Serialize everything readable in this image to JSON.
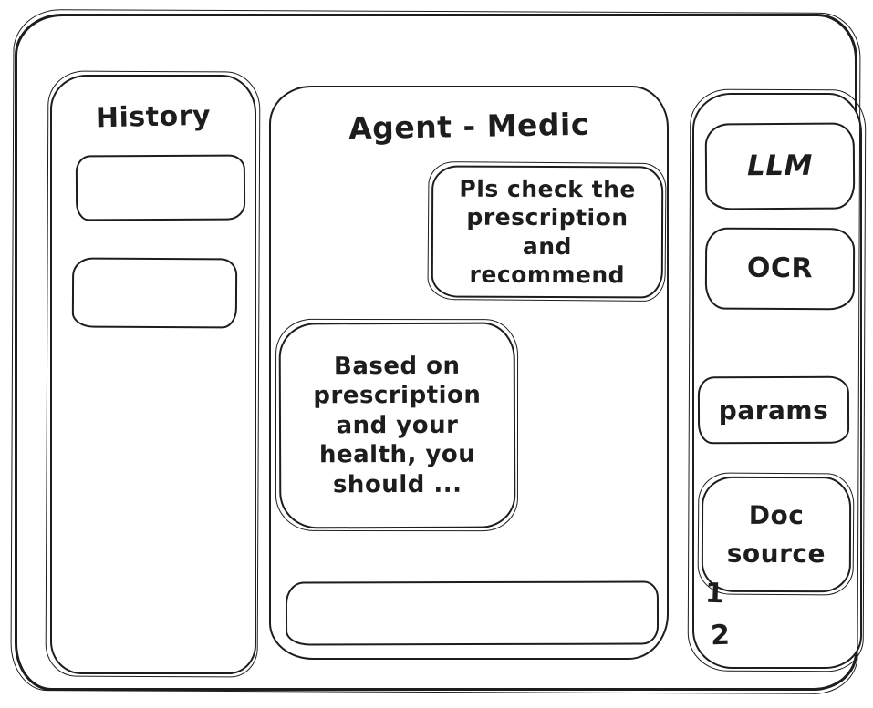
{
  "app": {
    "type": "hand-drawn wireframe",
    "title": "Agent - Medic"
  },
  "colors": {
    "ink": "#1d1d1d",
    "background": "#ffffff"
  },
  "history_panel": {
    "title": "History",
    "items": [
      {
        "label": ""
      },
      {
        "label": ""
      }
    ]
  },
  "chat": {
    "title": "Agent - Medic",
    "messages": [
      {
        "role": "user",
        "text": "Pls check the prescription and recommend"
      },
      {
        "role": "assistant",
        "text": "Based on prescription and your health, you should ..."
      }
    ],
    "input": {
      "value": "",
      "placeholder": ""
    }
  },
  "tools_panel": {
    "buttons": [
      {
        "label": "LLM"
      },
      {
        "label": "OCR"
      },
      {
        "label": "params"
      },
      {
        "label": "Doc source"
      }
    ],
    "doc_list": [
      "1",
      "2"
    ]
  }
}
